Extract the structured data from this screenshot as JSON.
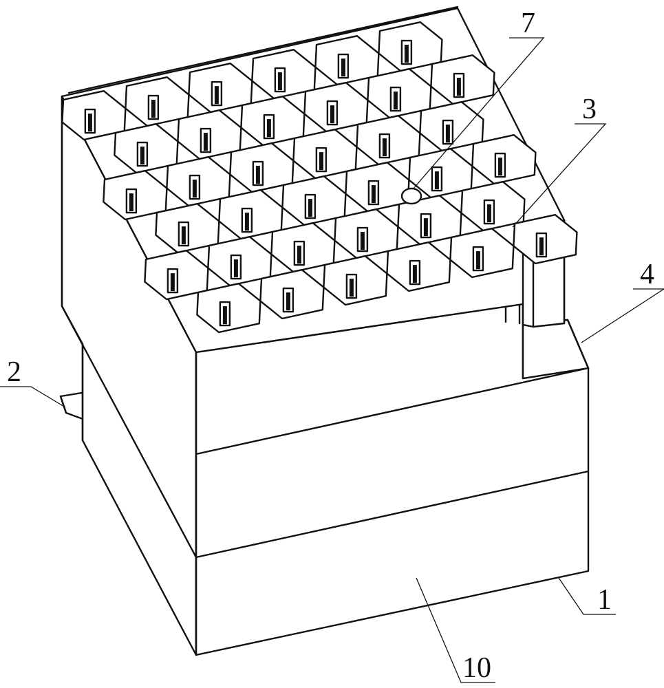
{
  "callouts": [
    {
      "id": "label-1",
      "text": "1"
    },
    {
      "id": "label-2",
      "text": "2"
    },
    {
      "id": "label-3",
      "text": "3"
    },
    {
      "id": "label-4",
      "text": "4"
    },
    {
      "id": "label-7",
      "text": "7"
    },
    {
      "id": "label-10",
      "text": "10"
    }
  ],
  "colors": {
    "stroke": "#111111",
    "background": "#ffffff"
  }
}
